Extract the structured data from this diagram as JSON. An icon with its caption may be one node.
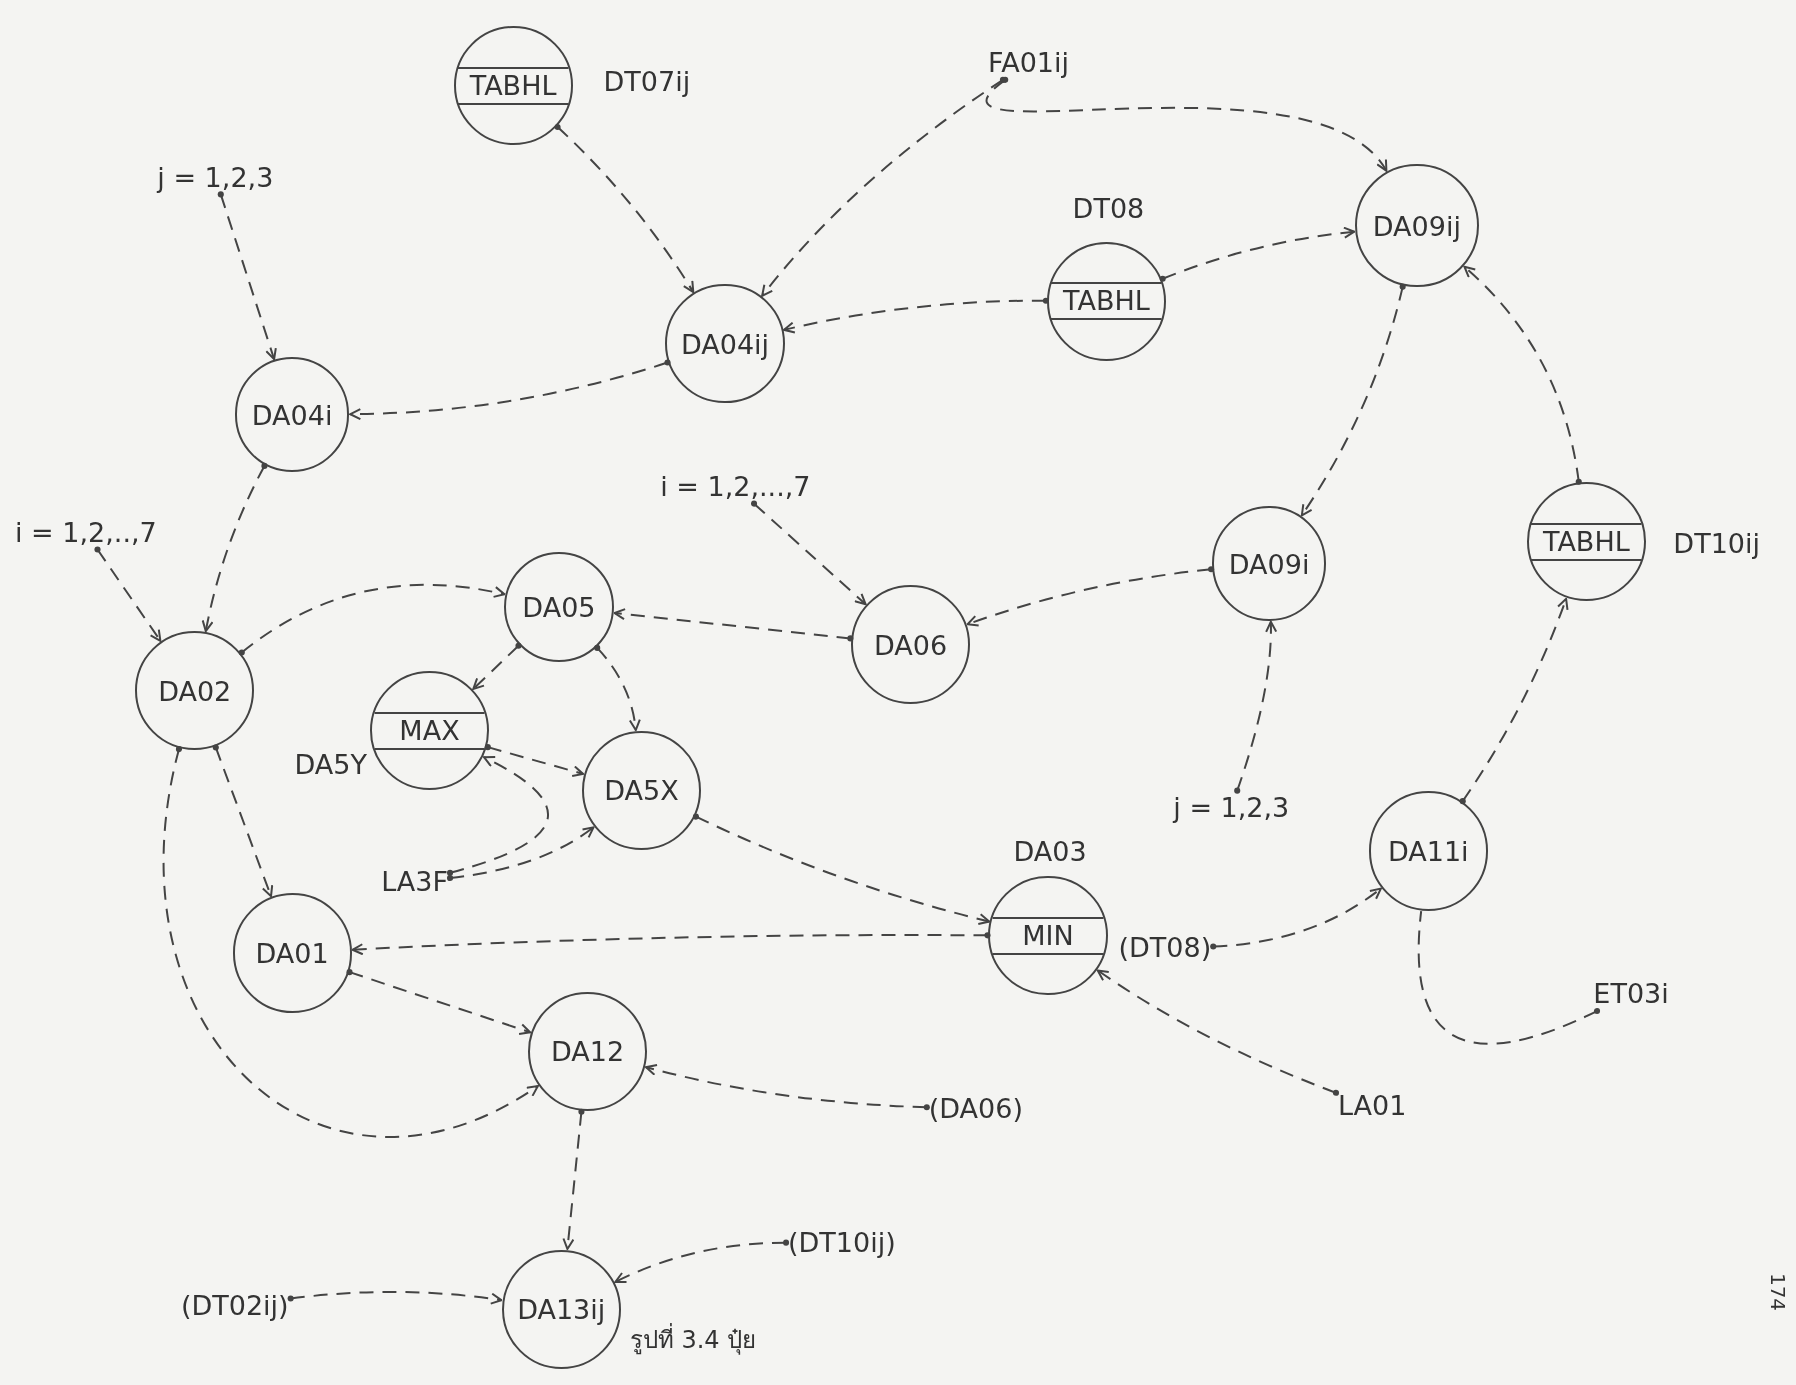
{
  "diagram": {
    "caption": "รูปที่ 3.4 ปุ๋ย",
    "nodes": [
      {
        "text": [
          "TABHL"
        ],
        "beside": [
          "DT07ij"
        ]
      },
      {
        "text": [
          "FA01ij"
        ]
      },
      {
        "text": [
          "j = 1,2,3"
        ]
      },
      {
        "text": [
          "TABHL"
        ],
        "beside": [
          "DT08"
        ]
      },
      {
        "text": [
          "DA09ij"
        ]
      },
      {
        "text": [
          "DA04ij"
        ]
      },
      {
        "text": [
          "DA04i"
        ]
      },
      {
        "text": [
          "i = 1,2,...,7"
        ]
      },
      {
        "text": [
          "i = 1,2,..,7"
        ]
      },
      {
        "text": [
          "DA09i"
        ]
      },
      {
        "text": [
          "TABHL"
        ],
        "beside": [
          "DT10ij"
        ]
      },
      {
        "text": [
          "DA05"
        ]
      },
      {
        "text": [
          "DA06"
        ]
      },
      {
        "text": [
          "DA02"
        ]
      },
      {
        "text": [
          "MAX"
        ],
        "beside": [
          "DA5Y"
        ]
      },
      {
        "text": [
          "DA5X"
        ]
      },
      {
        "text": [
          "j = 1,2,3"
        ]
      },
      {
        "text": [
          "DA11i"
        ]
      },
      {
        "text": [
          "LA3F"
        ]
      },
      {
        "text": [
          "MIN"
        ],
        "beside": [
          "DA03"
        ]
      },
      {
        "text": [
          "DA01"
        ]
      },
      {
        "text": [
          "(DT08)"
        ]
      },
      {
        "text": [
          "ET03i"
        ]
      },
      {
        "text": [
          "DA12"
        ]
      },
      {
        "text": [
          "(DA06)"
        ]
      },
      {
        "text": [
          "LA01"
        ]
      },
      {
        "text": [
          "(DT10ij)"
        ]
      },
      {
        "text": [
          "(DT02ij)"
        ]
      },
      {
        "text": [
          "DA13ij"
        ]
      }
    ],
    "edges": [
      {
        "from": 0,
        "to": 5,
        "arrow": "to"
      },
      {
        "from": 1,
        "to": 5,
        "arrow": "to"
      },
      {
        "from": 1,
        "to": 4,
        "arrow": "to"
      },
      {
        "from": 3,
        "to": 5,
        "arrow": "to"
      },
      {
        "from": 3,
        "to": 4,
        "arrow": "to"
      },
      {
        "from": 5,
        "to": 6,
        "arrow": "to"
      },
      {
        "from": 2,
        "to": 6,
        "arrow": "to"
      },
      {
        "from": 6,
        "to": 13,
        "arrow": "to"
      },
      {
        "from": 8,
        "to": 13,
        "arrow": "to"
      },
      {
        "from": 13,
        "to": 11,
        "arrow": "to"
      },
      {
        "from": 13,
        "to": 20,
        "arrow": "to"
      },
      {
        "from": 13,
        "to": 23,
        "arrow": "to"
      },
      {
        "from": 11,
        "to": 14,
        "arrow": "to"
      },
      {
        "from": 11,
        "to": 15,
        "arrow": "to"
      },
      {
        "from": 12,
        "to": 11,
        "arrow": "to"
      },
      {
        "from": 7,
        "to": 12,
        "arrow": "to"
      },
      {
        "from": 9,
        "to": 12,
        "arrow": "to"
      },
      {
        "from": 4,
        "to": 9,
        "arrow": "to"
      },
      {
        "from": 10,
        "to": 4,
        "arrow": "to"
      },
      {
        "from": 17,
        "to": 10,
        "arrow": "to"
      },
      {
        "from": 16,
        "to": 9,
        "arrow": "to"
      },
      {
        "from": 14,
        "to": 15,
        "arrow": "to"
      },
      {
        "from": 18,
        "to": 14,
        "arrow": "to"
      },
      {
        "from": 18,
        "to": 15,
        "arrow": "to"
      },
      {
        "from": 15,
        "to": 19,
        "arrow": "to"
      },
      {
        "from": 19,
        "to": 20,
        "arrow": "to"
      },
      {
        "from": 25,
        "to": 19,
        "arrow": "to"
      },
      {
        "from": 21,
        "to": 17,
        "arrow": "to"
      },
      {
        "from": 22,
        "to": 17,
        "arrow": "other"
      },
      {
        "from": 20,
        "to": 23,
        "arrow": "to"
      },
      {
        "from": 24,
        "to": 23,
        "arrow": "to"
      },
      {
        "from": 23,
        "to": 28,
        "arrow": "to"
      },
      {
        "from": 26,
        "to": 28,
        "arrow": "to"
      },
      {
        "from": 27,
        "to": 28,
        "arrow": "to"
      }
    ],
    "labels": [
      "174"
    ]
  }
}
